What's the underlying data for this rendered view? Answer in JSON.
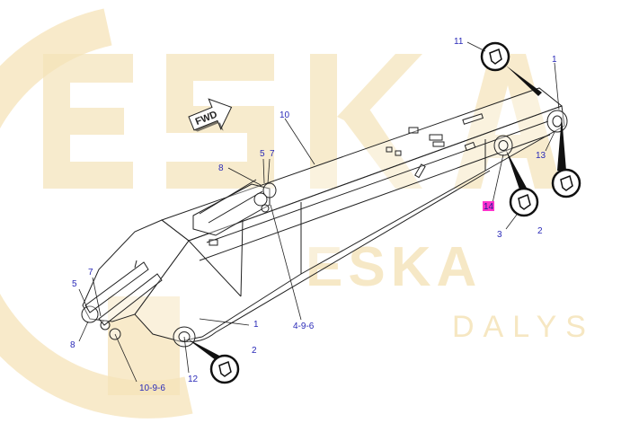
{
  "watermark": {
    "brand": "ESKA",
    "logo_text": "ESKA",
    "sub_text": "DALYS",
    "color": "#f5e3b8"
  },
  "fwd_label": "FWD",
  "callouts": {
    "c1_top": "1",
    "c1_bottom": "1",
    "c2_right": "2",
    "c2_bottom": "2",
    "c3": "3",
    "c4_9_6": "4-9-6",
    "c5_top": "5",
    "c5_left": "5",
    "c7_top": "7",
    "c7_left": "7",
    "c8_top": "8",
    "c8_left": "8",
    "c10": "10",
    "c10_9_6": "10-9-6",
    "c11": "11",
    "c12": "12",
    "c13": "13",
    "c14": "14"
  },
  "colors": {
    "line": "#222222",
    "callout": "#2a2ab8",
    "highlight": "#ff33cc",
    "boom_fill": "#ffffff"
  },
  "icons": {
    "detail_circle": "grease-fitting-detail-icon",
    "fwd_arrow": "forward-arrow-icon"
  }
}
